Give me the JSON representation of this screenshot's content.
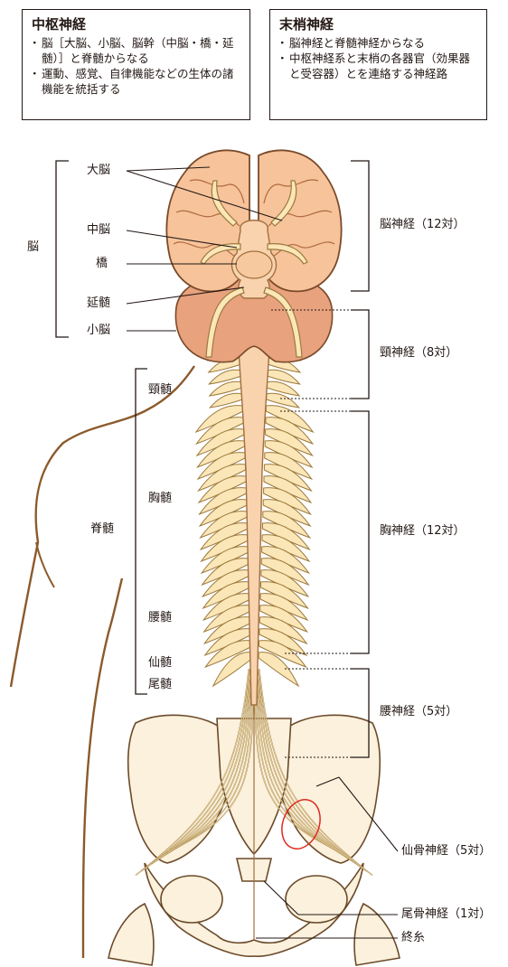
{
  "central_box": {
    "title": "中枢神経",
    "items": [
      "脳［大脳、小脳、脳幹（中脳・橋・延髄）］と脊髄からなる",
      "運動、感覚、自律機能などの生体の諸機能を統括する"
    ]
  },
  "peripheral_box": {
    "title": "末梢神経",
    "items": [
      "脳神経と脊髄神経からなる",
      "中枢神経系と末梢の各器官（効果器と受容器）とを連絡する神経路"
    ]
  },
  "left_labels": {
    "brain": "脳",
    "cerebrum": "大脳",
    "midbrain": "中脳",
    "pons": "橋",
    "medulla": "延髄",
    "cerebellum": "小脳",
    "spinal_cord": "脊髄",
    "cervical_cord": "頸髄",
    "thoracic_cord": "胸髄",
    "lumbar_cord": "腰髄",
    "sacral_cord": "仙髄",
    "coccygeal_cord": "尾髄"
  },
  "right_labels": {
    "cranial_nerves": "脳神経（12対）",
    "cervical_nerves": "頸神経（8対）",
    "thoracic_nerves": "胸神経（12対）",
    "lumbar_nerves": "腰神経（5対）",
    "sacral_nerves": "仙骨神経（5対）",
    "coccygeal_nerve": "尾骨神経（1対）",
    "filum_terminale": "終糸"
  },
  "colors": {
    "brain": "#f6c39a",
    "brain_outline": "#7a4a2a",
    "cerebellum": "#e8a27e",
    "nerve": "#fbe6b8",
    "nerve_outline": "#9c7a3c",
    "bone": "#fbf1dc",
    "body_outline": "#8b5a2b",
    "highlight": "#e0281e"
  }
}
